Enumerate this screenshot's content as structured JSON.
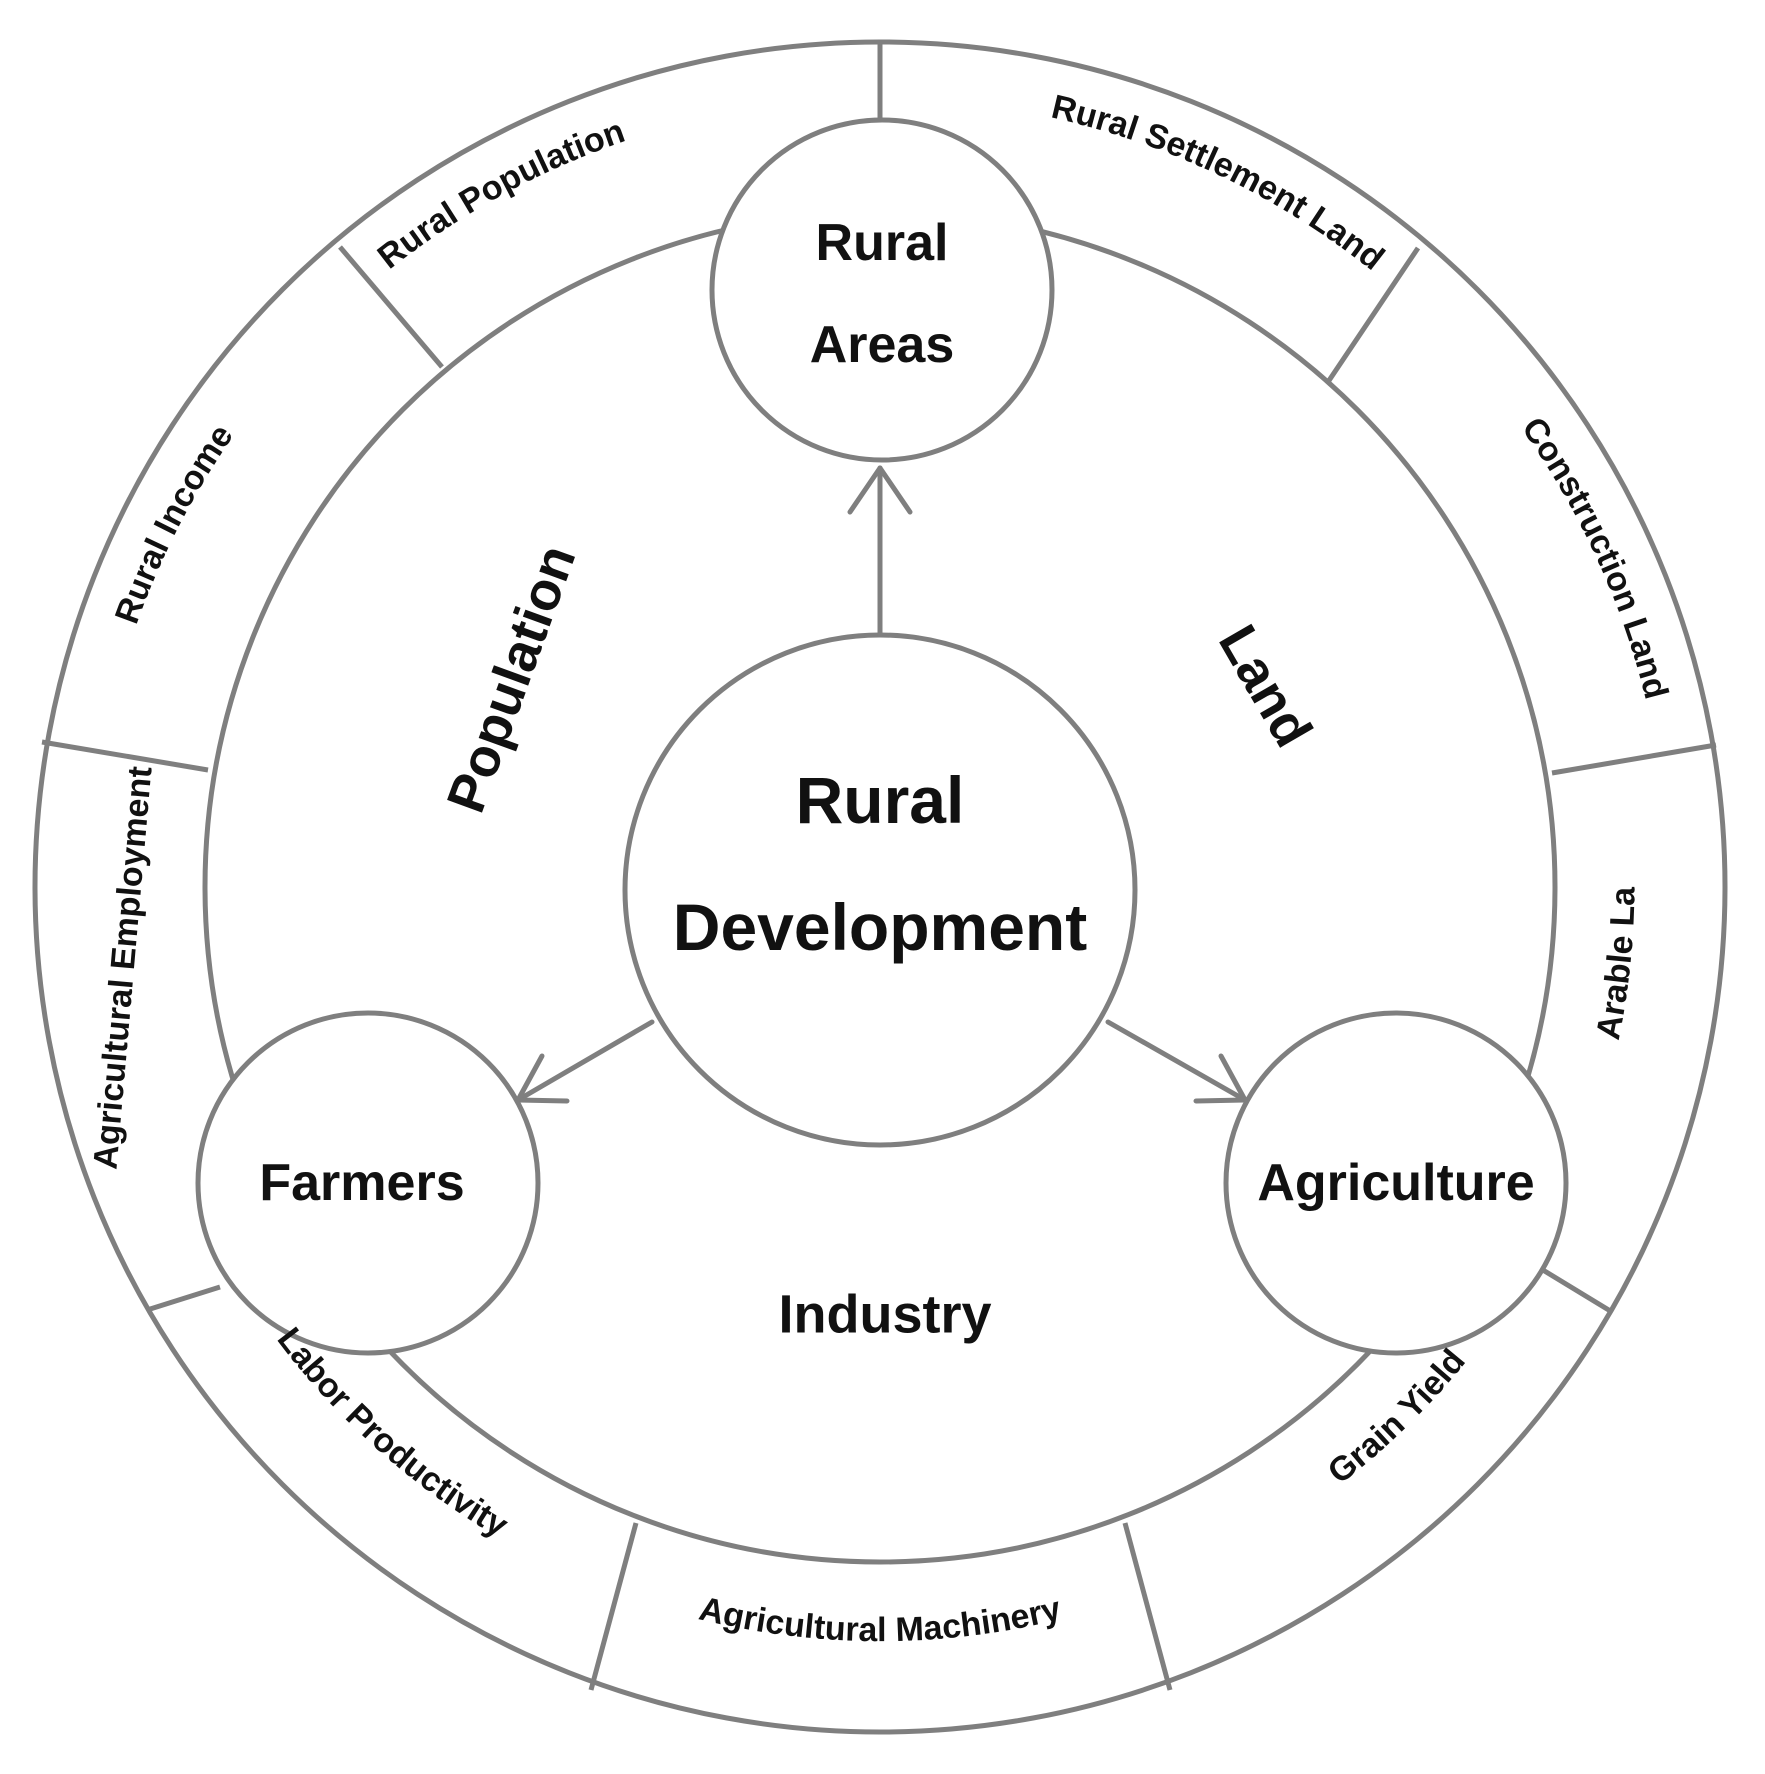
{
  "center": {
    "line1": "Rural",
    "line2": "Development"
  },
  "nodes": {
    "rural_areas": {
      "line1": "Rural",
      "line2": "Areas"
    },
    "farmers": {
      "label": "Farmers"
    },
    "agriculture": {
      "label": "Agriculture"
    }
  },
  "dimensions": {
    "population": "Population",
    "land": "Land",
    "industry": "Industry"
  },
  "indicators": [
    "Rural Population",
    "Rural Settlement Land",
    "Construction Land",
    "Arable Land",
    "Grain Yield",
    "Agricultural Machinery",
    "Labor Productivity",
    "Agricultural Employment",
    "Rural Income"
  ],
  "colors": {
    "stroke": "#7f7f7f",
    "text": "#111111",
    "background": "#ffffff"
  }
}
